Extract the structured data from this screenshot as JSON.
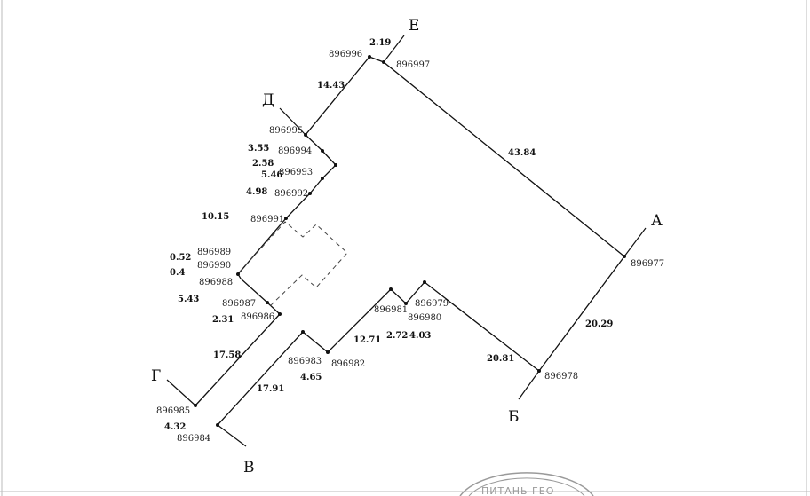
{
  "corners": [
    "Е",
    "Д",
    "А",
    "Г",
    "В",
    "Б"
  ],
  "point_labels": [
    "896996",
    "896997",
    "896995",
    "896994",
    "896993",
    "896992",
    "896991",
    "896989",
    "896990",
    "896988",
    "896987",
    "896986",
    "896985",
    "896984",
    "896983",
    "896982",
    "896981",
    "896979",
    "896980",
    "896977",
    "896978"
  ],
  "segment_lengths": [
    "2.19",
    "14.43",
    "43.84",
    "3.55",
    "2.58",
    "5.46",
    "4.98",
    "10.15",
    "0.52",
    "0.4",
    "5.43",
    "2.31",
    "17.58",
    "4.32",
    "17.91",
    "4.65",
    "12.71",
    "2.72",
    "4.03",
    "20.81",
    "20.29"
  ],
  "stamp_text": "ПИТАНЬ ГЕО",
  "colors": {
    "line": "#111111",
    "dashed": "#444444",
    "stamp": "#9a9a9a"
  }
}
